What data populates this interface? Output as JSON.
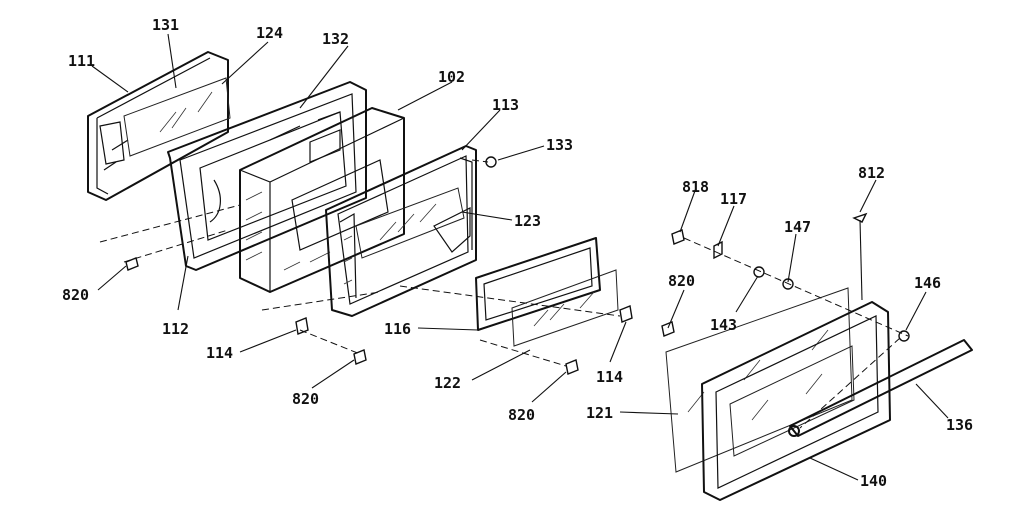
{
  "parts": [
    {
      "id": "p111",
      "number": "111"
    },
    {
      "id": "p131",
      "number": "131"
    },
    {
      "id": "p124",
      "number": "124"
    },
    {
      "id": "p132",
      "number": "132"
    },
    {
      "id": "p102",
      "number": "102"
    },
    {
      "id": "p113",
      "number": "113"
    },
    {
      "id": "p133",
      "number": "133"
    },
    {
      "id": "p123",
      "number": "123"
    },
    {
      "id": "p818",
      "number": "818"
    },
    {
      "id": "p117",
      "number": "117"
    },
    {
      "id": "p812",
      "number": "812"
    },
    {
      "id": "p147",
      "number": "147"
    },
    {
      "id": "p146",
      "number": "146"
    },
    {
      "id": "p143",
      "number": "143"
    },
    {
      "id": "p820a",
      "number": "820"
    },
    {
      "id": "p820b",
      "number": "820"
    },
    {
      "id": "p820c",
      "number": "820"
    },
    {
      "id": "p820d",
      "number": "820"
    },
    {
      "id": "p112",
      "number": "112"
    },
    {
      "id": "p114a",
      "number": "114"
    },
    {
      "id": "p114b",
      "number": "114"
    },
    {
      "id": "p116",
      "number": "116"
    },
    {
      "id": "p122",
      "number": "122"
    },
    {
      "id": "p121",
      "number": "121"
    },
    {
      "id": "p136",
      "number": "136"
    },
    {
      "id": "p140",
      "number": "140"
    }
  ]
}
